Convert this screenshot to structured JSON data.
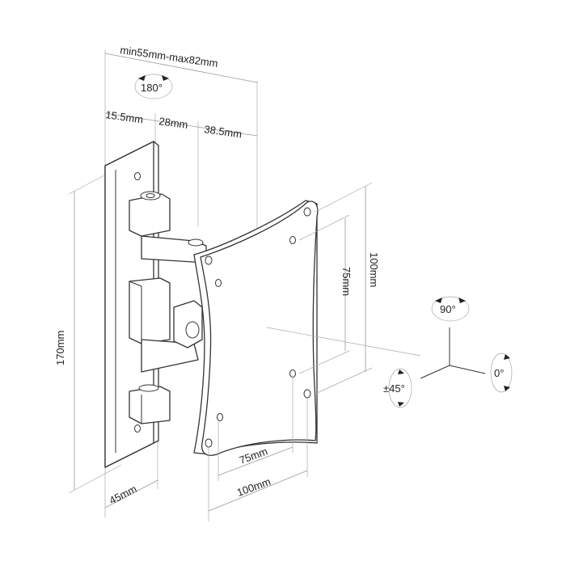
{
  "dimensions": {
    "depth_range": "min55mm-max82mm",
    "seg_a": "15.5mm",
    "seg_b": "28mm",
    "seg_c": "38.5mm",
    "height": "170mm",
    "wall_width": "45mm",
    "vesa_h_inner": "75mm",
    "vesa_h_outer": "100mm",
    "vesa_v_inner": "75mm",
    "vesa_v_outer": "100mm"
  },
  "rotations": {
    "swivel": "180°",
    "rotate": "90°",
    "tilt": "±45°",
    "level": "0°"
  },
  "colors": {
    "line": "#333333",
    "dim_line": "#999999",
    "background": "#ffffff"
  }
}
